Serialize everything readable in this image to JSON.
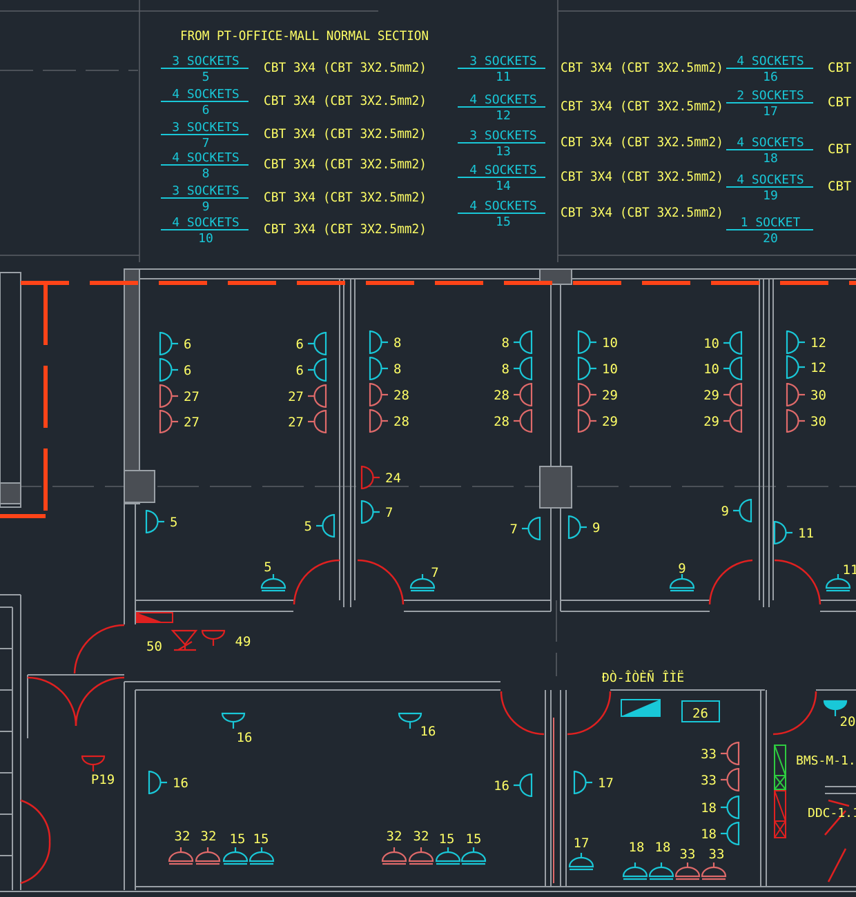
{
  "colors": {
    "background": "#212830",
    "wall": "#9aa0a6",
    "cyan": "#19c8d8",
    "yellow": "#ffff66",
    "red": "#e02020",
    "pink": "#e06a6a",
    "orange": "#ff4418",
    "green": "#2ecc40"
  },
  "schedule": {
    "title": "FROM PT-OFFICE-MALL NORMAL SECTION",
    "col1": [
      {
        "sockets": "3 SOCKETS",
        "num": "5",
        "cable": "CBT 3X4 (CBT 3X2.5mm2)"
      },
      {
        "sockets": "4 SOCKETS",
        "num": "6",
        "cable": "CBT 3X4 (CBT 3X2.5mm2)"
      },
      {
        "sockets": "3 SOCKETS",
        "num": "7",
        "cable": "CBT 3X4 (CBT 3X2.5mm2)"
      },
      {
        "sockets": "4 SOCKETS",
        "num": "8",
        "cable": "CBT 3X4 (CBT 3X2.5mm2)"
      },
      {
        "sockets": "3 SOCKETS",
        "num": "9",
        "cable": "CBT 3X4 (CBT 3X2.5mm2)"
      },
      {
        "sockets": "4 SOCKETS",
        "num": "10",
        "cable": "CBT 3X4 (CBT 3X2.5mm2)"
      }
    ],
    "col2": [
      {
        "sockets": "3 SOCKETS",
        "num": "11",
        "cable": "CBT 3X4 (CBT 3X2.5mm2)"
      },
      {
        "sockets": "4 SOCKETS",
        "num": "12",
        "cable": "CBT 3X4 (CBT 3X2.5mm2)"
      },
      {
        "sockets": "3 SOCKETS",
        "num": "13",
        "cable": "CBT 3X4 (CBT 3X2.5mm2)"
      },
      {
        "sockets": "4 SOCKETS",
        "num": "14",
        "cable": "CBT 3X4 (CBT 3X2.5mm2)"
      },
      {
        "sockets": "4 SOCKETS",
        "num": "15",
        "cable": "CBT 3X4 (CBT 3X2.5mm2)"
      }
    ],
    "col3": [
      {
        "sockets": "4 SOCKETS",
        "num": "16",
        "cable": "CBT"
      },
      {
        "sockets": "2 SOCKETS",
        "num": "17",
        "cable": "CBT"
      },
      {
        "sockets": "4 SOCKETS",
        "num": "18",
        "cable": "CBT"
      },
      {
        "sockets": "4 SOCKETS",
        "num": "19",
        "cable": "CBT"
      },
      {
        "sockets": "1 SOCKET",
        "num": "20",
        "cable": ""
      }
    ]
  },
  "room_label": "ĐÒ-ÎÒÈÑ ÎÌË",
  "panel_label": "26",
  "bms_label": "BMS-M-1.",
  "ddc_label": "DDC-1.1",
  "sockets": [
    {
      "label": "6",
      "dir": "right",
      "color": "cyan"
    },
    {
      "label": "6",
      "dir": "right",
      "color": "cyan"
    },
    {
      "label": "27",
      "dir": "right",
      "color": "pink"
    },
    {
      "label": "27",
      "dir": "right",
      "color": "pink"
    },
    {
      "label": "6",
      "dir": "left",
      "color": "cyan"
    },
    {
      "label": "6",
      "dir": "left",
      "color": "cyan"
    },
    {
      "label": "27",
      "dir": "left",
      "color": "pink"
    },
    {
      "label": "27",
      "dir": "left",
      "color": "pink"
    },
    {
      "label": "8",
      "dir": "right",
      "color": "cyan"
    },
    {
      "label": "8",
      "dir": "right",
      "color": "cyan"
    },
    {
      "label": "28",
      "dir": "right",
      "color": "pink"
    },
    {
      "label": "28",
      "dir": "right",
      "color": "pink"
    },
    {
      "label": "8",
      "dir": "left",
      "color": "cyan"
    },
    {
      "label": "8",
      "dir": "left",
      "color": "cyan"
    },
    {
      "label": "28",
      "dir": "left",
      "color": "pink"
    },
    {
      "label": "28",
      "dir": "left",
      "color": "pink"
    },
    {
      "label": "10",
      "dir": "right",
      "color": "cyan"
    },
    {
      "label": "10",
      "dir": "right",
      "color": "cyan"
    },
    {
      "label": "29",
      "dir": "right",
      "color": "pink"
    },
    {
      "label": "29",
      "dir": "right",
      "color": "pink"
    },
    {
      "label": "10",
      "dir": "left",
      "color": "cyan"
    },
    {
      "label": "10",
      "dir": "left",
      "color": "cyan"
    },
    {
      "label": "29",
      "dir": "left",
      "color": "pink"
    },
    {
      "label": "29",
      "dir": "left",
      "color": "pink"
    },
    {
      "label": "12",
      "dir": "right",
      "color": "cyan"
    },
    {
      "label": "12",
      "dir": "right",
      "color": "cyan"
    },
    {
      "label": "30",
      "dir": "right",
      "color": "pink"
    },
    {
      "label": "30",
      "dir": "right",
      "color": "pink"
    },
    {
      "label": "24",
      "dir": "right",
      "color": "red"
    },
    {
      "label": "5",
      "dir": "right",
      "color": "cyan"
    },
    {
      "label": "5",
      "dir": "left",
      "color": "cyan"
    },
    {
      "label": "7",
      "dir": "right",
      "color": "cyan"
    },
    {
      "label": "7",
      "dir": "left",
      "color": "cyan"
    },
    {
      "label": "9",
      "dir": "right",
      "color": "cyan"
    },
    {
      "label": "9",
      "dir": "left",
      "color": "cyan"
    },
    {
      "label": "11",
      "dir": "right",
      "color": "cyan"
    },
    {
      "label": "16",
      "dir": "right",
      "color": "cyan"
    },
    {
      "label": "16",
      "dir": "left",
      "color": "cyan"
    },
    {
      "label": "17",
      "dir": "right",
      "color": "cyan"
    },
    {
      "label": "33",
      "dir": "left",
      "color": "pink"
    },
    {
      "label": "33",
      "dir": "left",
      "color": "pink"
    },
    {
      "label": "18",
      "dir": "left",
      "color": "cyan"
    },
    {
      "label": "18",
      "dir": "left",
      "color": "cyan"
    }
  ],
  "floor_outlets": [
    {
      "label": "5",
      "color": "cyan"
    },
    {
      "label": "7",
      "color": "cyan"
    },
    {
      "label": "9",
      "color": "cyan"
    },
    {
      "label": "11",
      "color": "cyan"
    },
    {
      "label": "32",
      "color": "pink"
    },
    {
      "label": "32",
      "color": "pink"
    },
    {
      "label": "15",
      "color": "cyan"
    },
    {
      "label": "15",
      "color": "cyan"
    },
    {
      "label": "32",
      "color": "pink"
    },
    {
      "label": "32",
      "color": "pink"
    },
    {
      "label": "15",
      "color": "cyan"
    },
    {
      "label": "15",
      "color": "cyan"
    },
    {
      "label": "17",
      "color": "cyan"
    },
    {
      "label": "18",
      "color": "cyan"
    },
    {
      "label": "18",
      "color": "cyan"
    },
    {
      "label": "33",
      "color": "pink"
    },
    {
      "label": "33",
      "color": "pink"
    }
  ],
  "ceiling_outlets": [
    {
      "label": "16",
      "color": "cyan"
    },
    {
      "label": "16",
      "color": "cyan"
    },
    {
      "label": "P19",
      "color": "red"
    },
    {
      "label": "49",
      "color": "red"
    },
    {
      "label": "20",
      "color": "cyan"
    }
  ],
  "extra_labels": [
    {
      "label": "50",
      "color": "yellow"
    }
  ]
}
